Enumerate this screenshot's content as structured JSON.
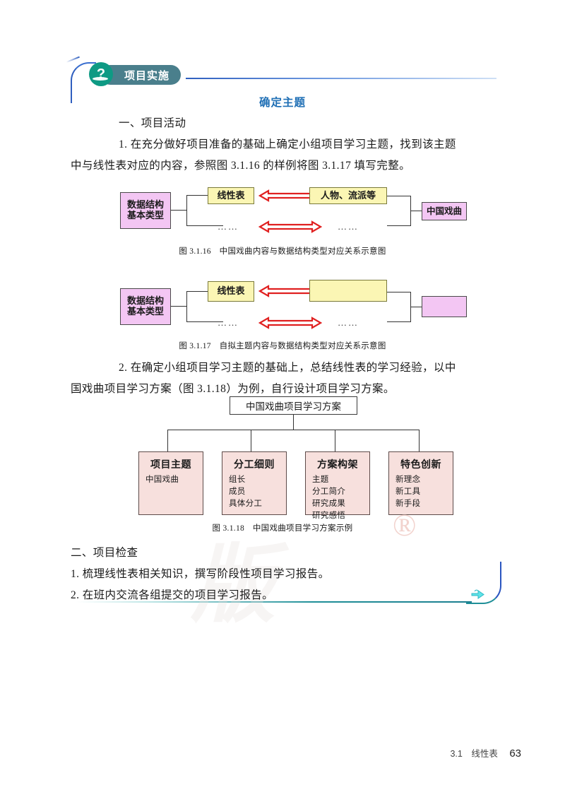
{
  "header": {
    "badge_label": "项目实施",
    "badge_icon": "question-wave-icon",
    "section_title": "确定主题"
  },
  "body": {
    "heading_1": "一、项目活动",
    "para_1_line_1": "1. 在充分做好项目准备的基础上确定小组项目学习主题，找到该主题",
    "para_1_line_2": "中与线性表对应的内容，参照图 3.1.16 的样例将图 3.1.17 填写完整。",
    "para_2_line_1": "2. 在确定小组项目学习主题的基础上，总结线性表的学习经验，以中",
    "para_2_line_2": "国戏曲项目学习方案（图 3.1.18）为例，自行设计项目学习方案。",
    "heading_2": "二、项目检查",
    "check_1": "1. 梳理线性表相关知识，撰写阶段性项目学习报告。",
    "check_2": "2. 在班内交流各组提交的项目学习报告。"
  },
  "figure_316": {
    "caption": "图 3.1.16　中国戏曲内容与数据结构类型对应关系示意图",
    "root": "数据结构\n基本类型",
    "left_top": "线性表",
    "left_bottom": "……",
    "right_top": "人物、流派等",
    "right_bottom": "……",
    "far_right": "中国戏曲",
    "arrow_top": "double-arrow-icon",
    "arrow_bottom": "double-arrow-icon"
  },
  "figure_317": {
    "caption": "图 3.1.17　自拟主题内容与数据结构类型对应关系示意图",
    "root": "数据结构\n基本类型",
    "left_top": "线性表",
    "left_bottom": "……",
    "right_top": "",
    "right_bottom": "……",
    "far_right": "",
    "arrow_top": "double-arrow-icon",
    "arrow_bottom": "double-arrow-icon"
  },
  "figure_318": {
    "caption": "图 3.1.18　中国戏曲项目学习方案示例",
    "root": "中国戏曲项目学习方案",
    "nodes": [
      {
        "title": "项目主题",
        "items": [
          "中国戏曲"
        ]
      },
      {
        "title": "分工细则",
        "items": [
          "组长",
          "成员",
          "具体分工"
        ]
      },
      {
        "title": "方案构架",
        "items": [
          "主题",
          "分工简介",
          "研究成果",
          "研究感悟"
        ]
      },
      {
        "title": "特色创新",
        "items": [
          "新理念",
          "新工具",
          "新手段"
        ]
      }
    ]
  },
  "footer": {
    "section": "3.1　线性表",
    "page": "63"
  },
  "colors": {
    "accent_blue": "#1f6fb5",
    "badge_bg": "#4a7f8c",
    "badge_mark": "#0e9a84",
    "box_pink": "#f3c6f3",
    "box_yellow": "#fbf6b4",
    "tree_box": "#f7e0dd",
    "arrow_red": "#e02020",
    "rule_teal": "#1f8f98"
  }
}
